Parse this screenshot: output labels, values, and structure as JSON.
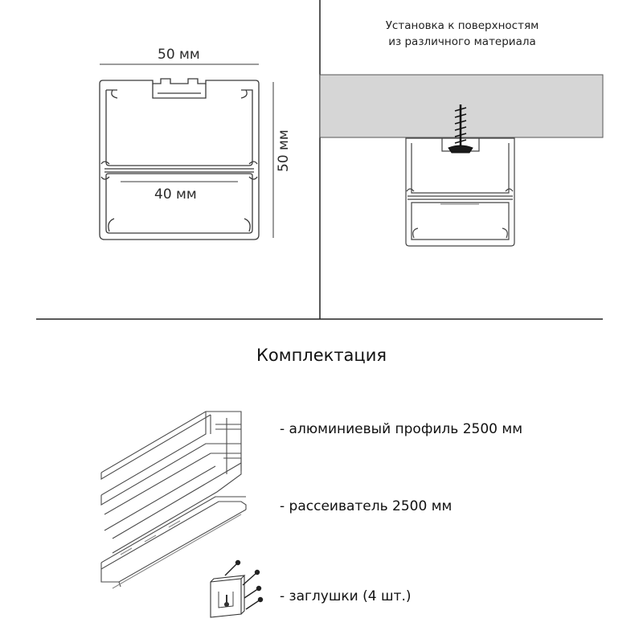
{
  "profile_drawing": {
    "width_label": "50 мм",
    "height_label": "50 мм",
    "inner_label": "40 мм"
  },
  "mounting": {
    "caption_line1": "Установка к поверхностям",
    "caption_line2": "из различного материала"
  },
  "kit": {
    "title": "Комплектация",
    "items": [
      {
        "label": "- алюминиевый профиль 2500 мм"
      },
      {
        "label": "- рассеиватель 2500 мм"
      },
      {
        "label": "- заглушки (4 шт.)"
      }
    ]
  },
  "colors": {
    "line": "#3a3a3a",
    "ceiling": "#d6d6d6"
  }
}
